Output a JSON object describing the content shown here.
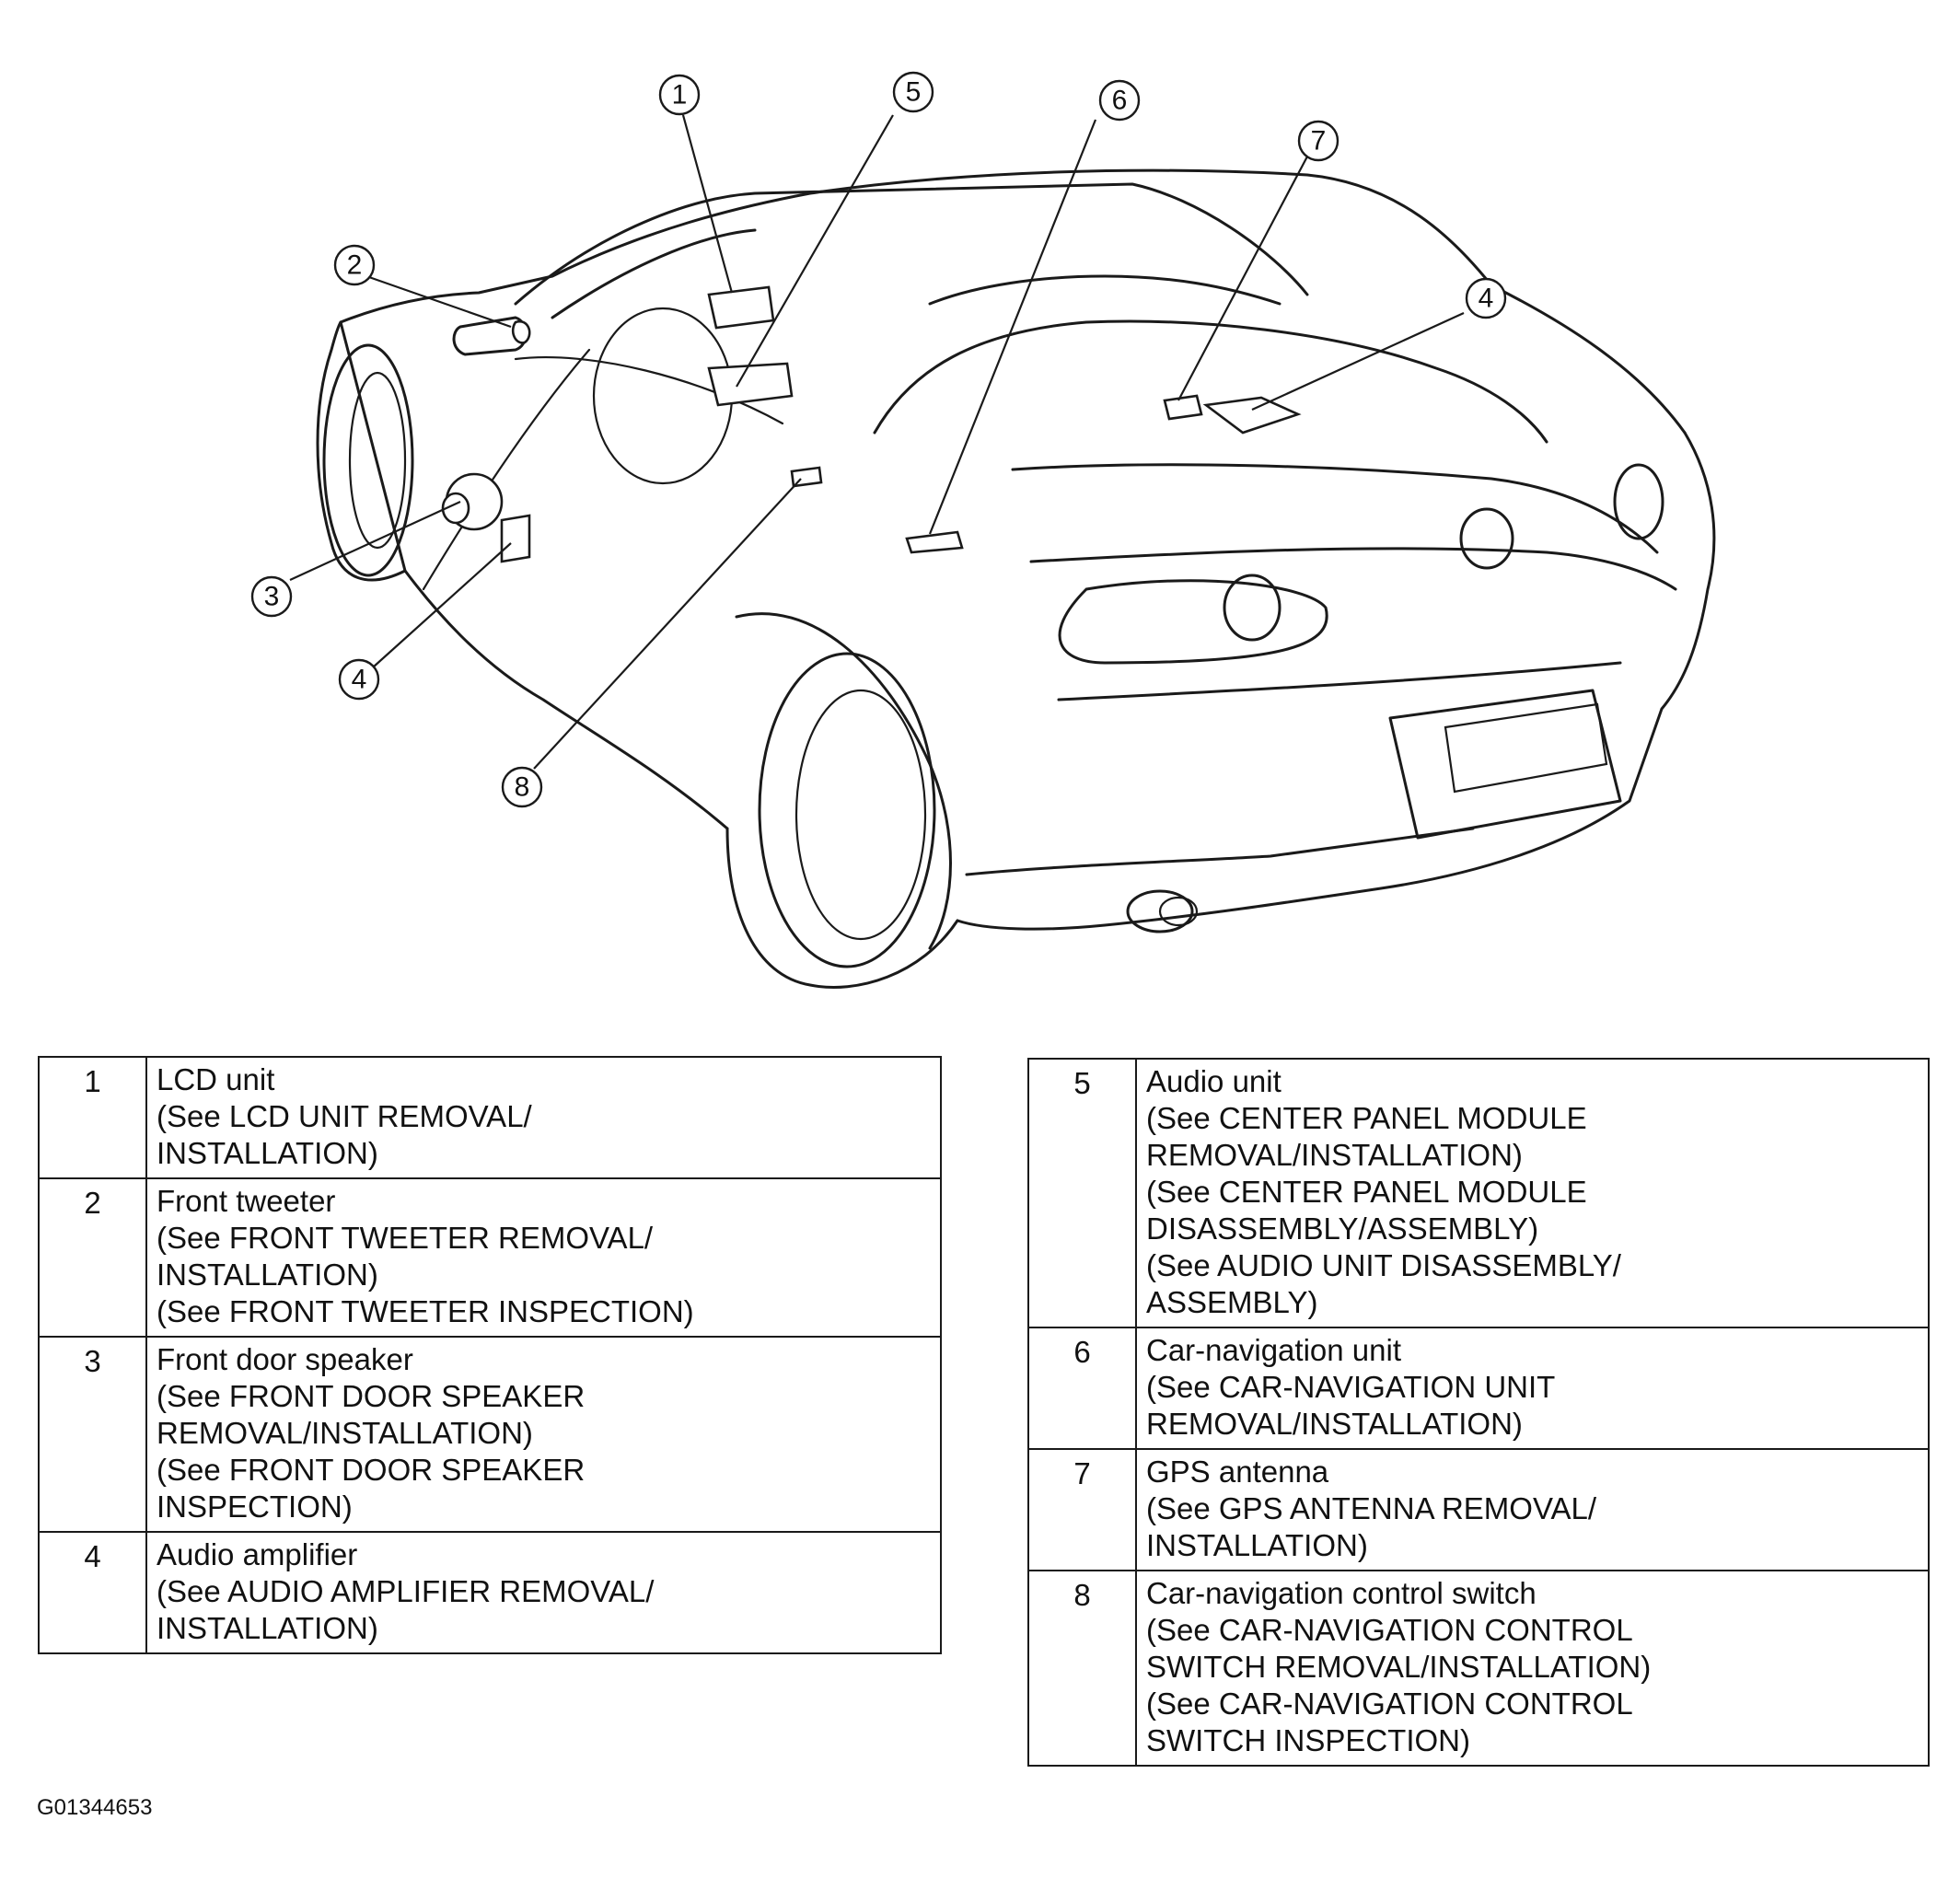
{
  "callouts": [
    "1",
    "2",
    "3",
    "4",
    "5",
    "6",
    "7",
    "8"
  ],
  "parts_left": [
    {
      "num": "1",
      "lines": [
        "LCD unit",
        "(See LCD UNIT REMOVAL/",
        "INSTALLATION)"
      ]
    },
    {
      "num": "2",
      "lines": [
        "Front tweeter",
        "(See FRONT TWEETER REMOVAL/",
        "INSTALLATION)",
        "(See FRONT TWEETER INSPECTION)"
      ]
    },
    {
      "num": "3",
      "lines": [
        "Front door speaker",
        "(See FRONT DOOR SPEAKER",
        "REMOVAL/INSTALLATION)",
        "(See FRONT DOOR SPEAKER",
        "INSPECTION)"
      ]
    },
    {
      "num": "4",
      "lines": [
        "Audio amplifier",
        "(See AUDIO AMPLIFIER REMOVAL/",
        "INSTALLATION)"
      ]
    }
  ],
  "parts_right": [
    {
      "num": "5",
      "lines": [
        "Audio unit",
        "(See CENTER PANEL MODULE",
        "REMOVAL/INSTALLATION)",
        "(See CENTER PANEL MODULE",
        "DISASSEMBLY/ASSEMBLY)",
        "(See AUDIO UNIT DISASSEMBLY/",
        "ASSEMBLY)"
      ]
    },
    {
      "num": "6",
      "lines": [
        "Car-navigation unit",
        "(See CAR-NAVIGATION UNIT",
        "REMOVAL/INSTALLATION)"
      ]
    },
    {
      "num": "7",
      "lines": [
        "GPS antenna",
        "(See GPS ANTENNA REMOVAL/",
        "INSTALLATION)"
      ]
    },
    {
      "num": "8",
      "lines": [
        "Car-navigation control switch",
        "(See CAR-NAVIGATION CONTROL",
        "SWITCH REMOVAL/INSTALLATION)",
        "(See CAR-NAVIGATION CONTROL",
        "SWITCH INSPECTION)"
      ]
    }
  ],
  "figure_id": "G01344653"
}
